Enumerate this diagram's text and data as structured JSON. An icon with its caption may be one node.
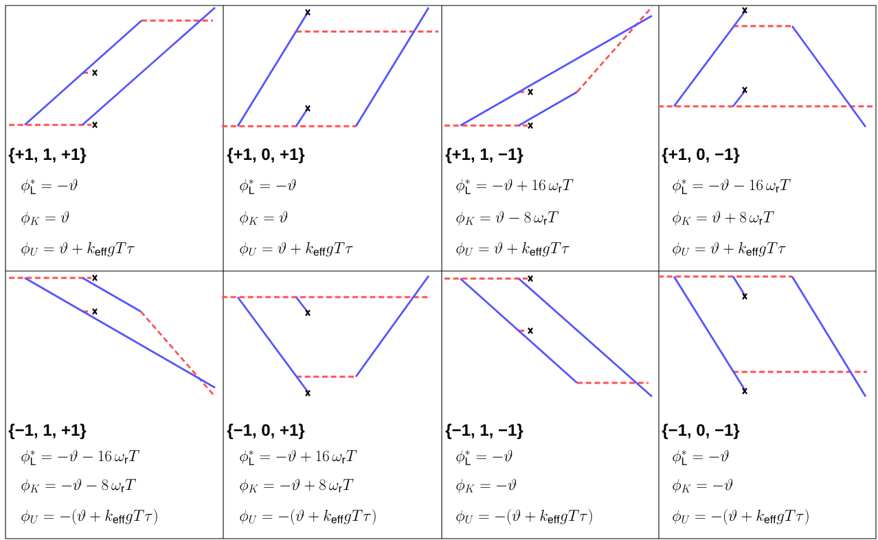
{
  "diagram": {
    "labels": [
      "{+1, 1, +1}",
      "\\phi_{\\mathrm{L}}^{*} = -\\vartheta",
      "\\phi_K = \\vartheta",
      "\\phi_U = \\vartheta + k_{\\mathrm{eff}} g T \\tau",
      "{+1, 0, +1}",
      "\\phi_{\\mathrm{L}}^{*} = -\\vartheta",
      "\\phi_K = \\vartheta",
      "\\phi_U = \\vartheta + k_{\\mathrm{eff}} g T \\tau",
      "{+1, 1, −1}",
      "\\phi_{\\mathrm{L}}^{*} = -\\vartheta + 16\\,\\omega_{\\mathrm{r}} T",
      "\\phi_K = \\vartheta - 8\\,\\omega_{\\mathrm{r}} T",
      "\\phi_U = \\vartheta + k_{\\mathrm{eff}} g T \\tau",
      "{+1, 0, −1}",
      "\\phi_{\\mathrm{L}}^{*} = -\\vartheta - 16\\,\\omega_{\\mathrm{r}} T",
      "\\phi_K = \\vartheta + 8\\,\\omega_{\\mathrm{r}} T",
      "\\phi_U = \\vartheta + k_{\\mathrm{eff}} g T \\tau",
      "{−1, 1, +1}",
      "\\phi_{\\mathrm{L}}^{*} = -\\vartheta - 16\\,\\omega_{\\mathrm{r}} T",
      "\\phi_K = -\\vartheta - 8\\,\\omega_{\\mathrm{r}} T",
      "\\phi_U = -(\\vartheta + k_{\\mathrm{eff}} g T \\tau)",
      "{−1, 0, +1}",
      "\\phi_{\\mathrm{L}}^{*} = -\\vartheta + 16\\,\\omega_{\\mathrm{r}} T",
      "\\phi_K = -\\vartheta + 8\\,\\omega_{\\mathrm{r}} T",
      "\\phi_U = -(\\vartheta + k_{\\mathrm{eff}} g T \\tau)",
      "{−1, 1, −1}",
      "\\phi_{\\mathrm{L}}^{*} = -\\vartheta",
      "\\phi_K = -\\vartheta",
      "\\phi_U = -(\\vartheta + k_{\\mathrm{eff}} g T \\tau)",
      "{−1, 0, −1}",
      "\\phi_{\\mathrm{L}}^{*} = -\\vartheta",
      "\\phi_K = -\\vartheta",
      "\\phi_U = -(\\vartheta + k_{\\mathrm{eff}} g T \\tau)"
    ]
  }
}
